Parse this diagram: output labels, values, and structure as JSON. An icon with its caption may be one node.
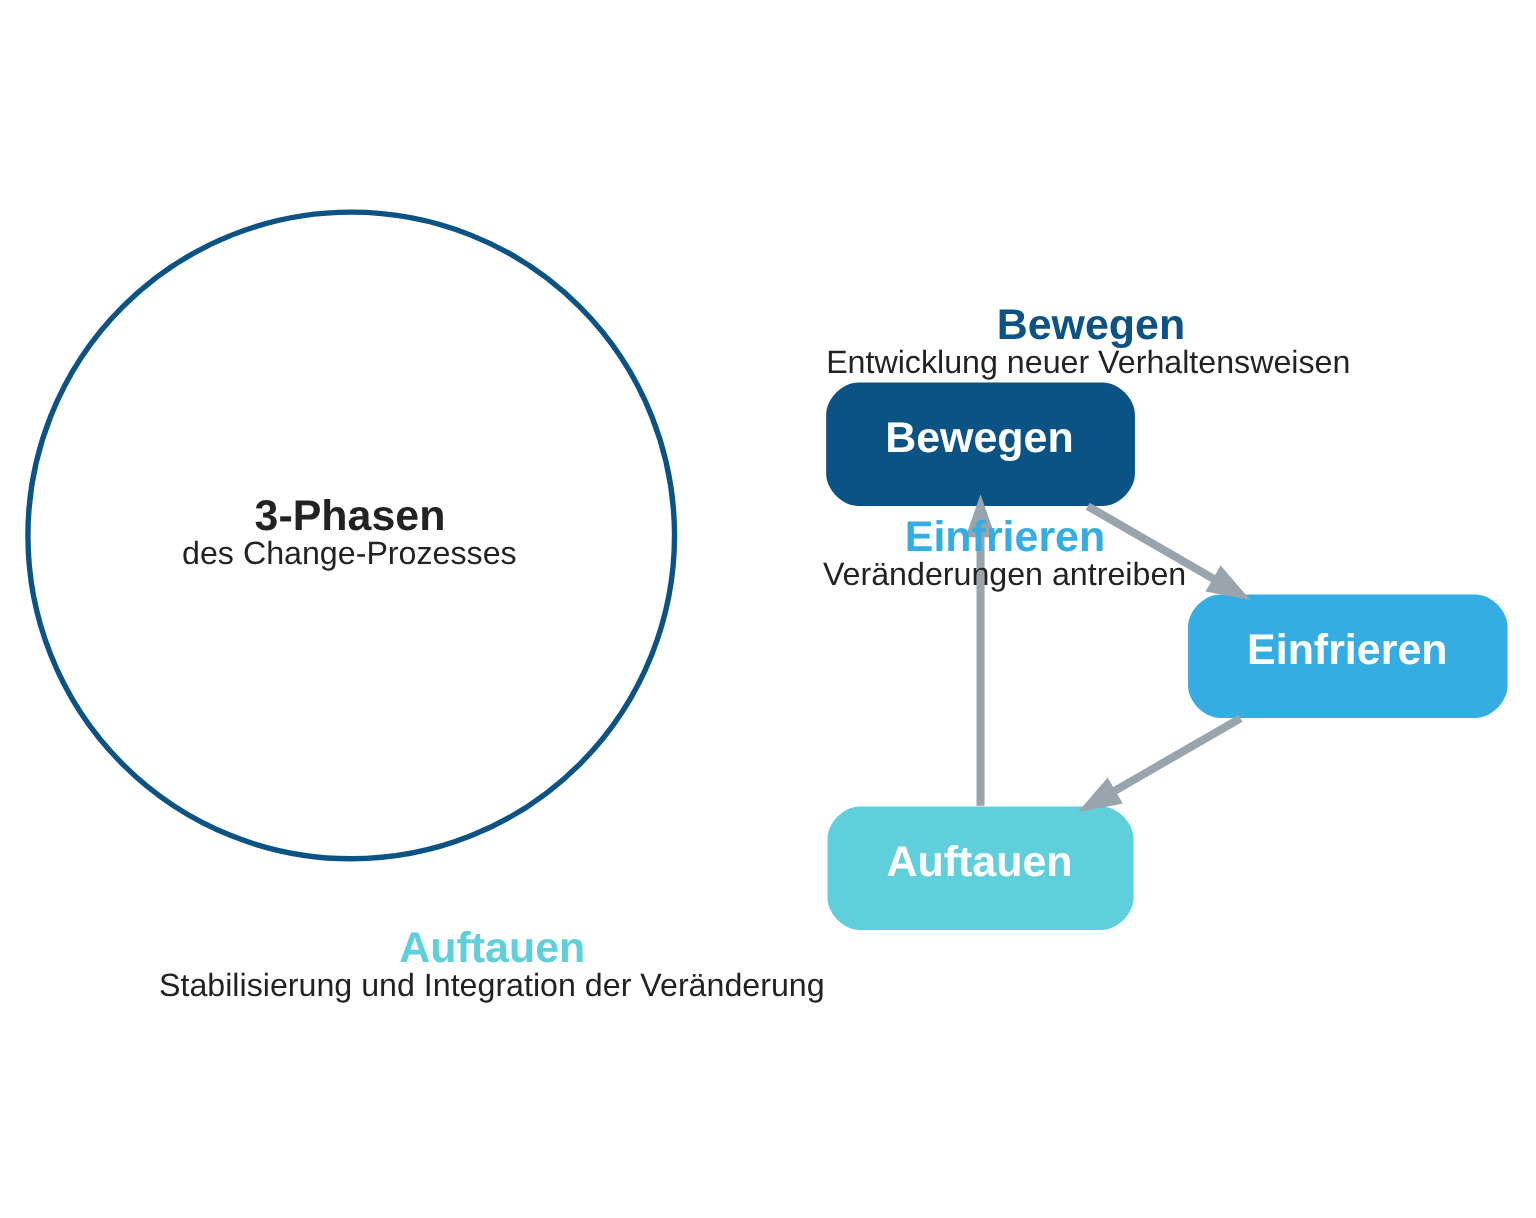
{
  "diagram": {
    "nodes": [
      {
        "text": [
          "Auftauen"
        ],
        "beside": [
          "Auftauen",
          "Stabilisierung und Integration der Veränderung"
        ]
      },
      {
        "text": [
          "Einfrieren"
        ],
        "beside": [
          "Einfrieren",
          "Veränderungen antreiben"
        ]
      },
      {
        "text": [
          "3-Phasen",
          "des Change-Prozesses"
        ]
      },
      {
        "text": [
          "Bewegen"
        ],
        "beside": [
          "Bewegen",
          "Entwicklung neuer Verhaltensweisen"
        ]
      }
    ],
    "edges": [
      {
        "from": 1,
        "to": 0,
        "arrow": "to"
      },
      {
        "from": 0,
        "to": 3,
        "arrow": "to"
      },
      {
        "from": 3,
        "to": 1,
        "arrow": "to"
      }
    ]
  }
}
